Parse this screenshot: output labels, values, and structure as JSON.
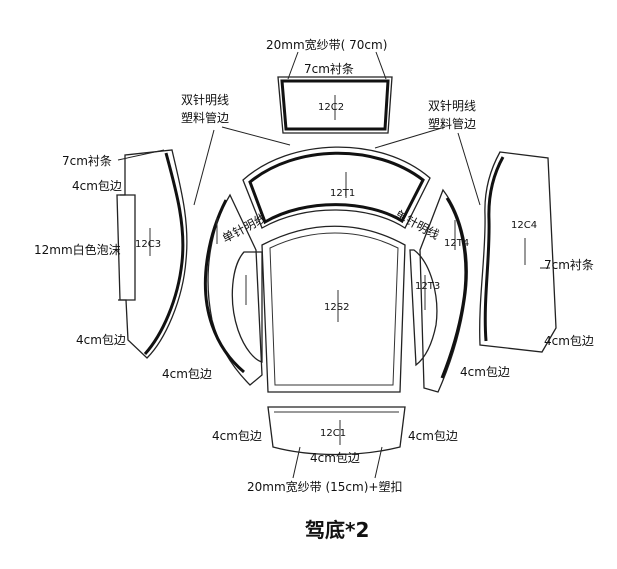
{
  "title": "驾底*2",
  "pieces": {
    "p12C2": "12C2",
    "p12T1": "12T1",
    "p12C3": "12C3",
    "p12C4": "12C4",
    "p12T4": "12T4",
    "p12T3": "12T3",
    "p12S2": "12S2",
    "p12C1": "12C1"
  },
  "annotations": {
    "top_tape": "20mm宽纱带( 70cm)",
    "top_lining": "7cm衬条",
    "left_double_stitch": "双针明线",
    "left_plastic_piping": "塑料管边",
    "right_double_stitch": "双针明线",
    "right_plastic_piping": "塑料管边",
    "left_lining": "7cm衬条",
    "left_binding_top": "4cm包边",
    "left_foam": "12mm白色泡沫",
    "left_binding_bottom": "4cm包边",
    "left_binding_inner": "4cm包边",
    "single_stitch_left": "单针明线",
    "single_stitch_right": "单针明线",
    "right_lining": "7cm衬条",
    "right_binding": "4cm包边",
    "right_binding_inner": "4cm包边",
    "bottom_binding_left": "4cm包边",
    "bottom_binding_right": "4cm包边",
    "bottom_binding_center": "4cm包边",
    "bottom_tape": "20mm宽纱带 (15cm)+塑扣"
  }
}
